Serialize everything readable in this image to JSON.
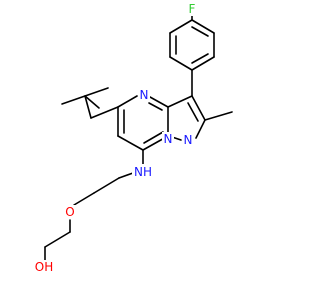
{
  "molecule": {
    "atoms": {
      "fluorine": "F",
      "n_ring_top": "N",
      "n_bridge": "N",
      "n_ring_right": "N",
      "nh": "NH",
      "o_ether": "O",
      "oh": "OH"
    },
    "colors": {
      "bond": "#000000",
      "nitrogen": "#1a1aff",
      "oxygen": "#ff0000",
      "fluorine": "#33cc33"
    }
  }
}
